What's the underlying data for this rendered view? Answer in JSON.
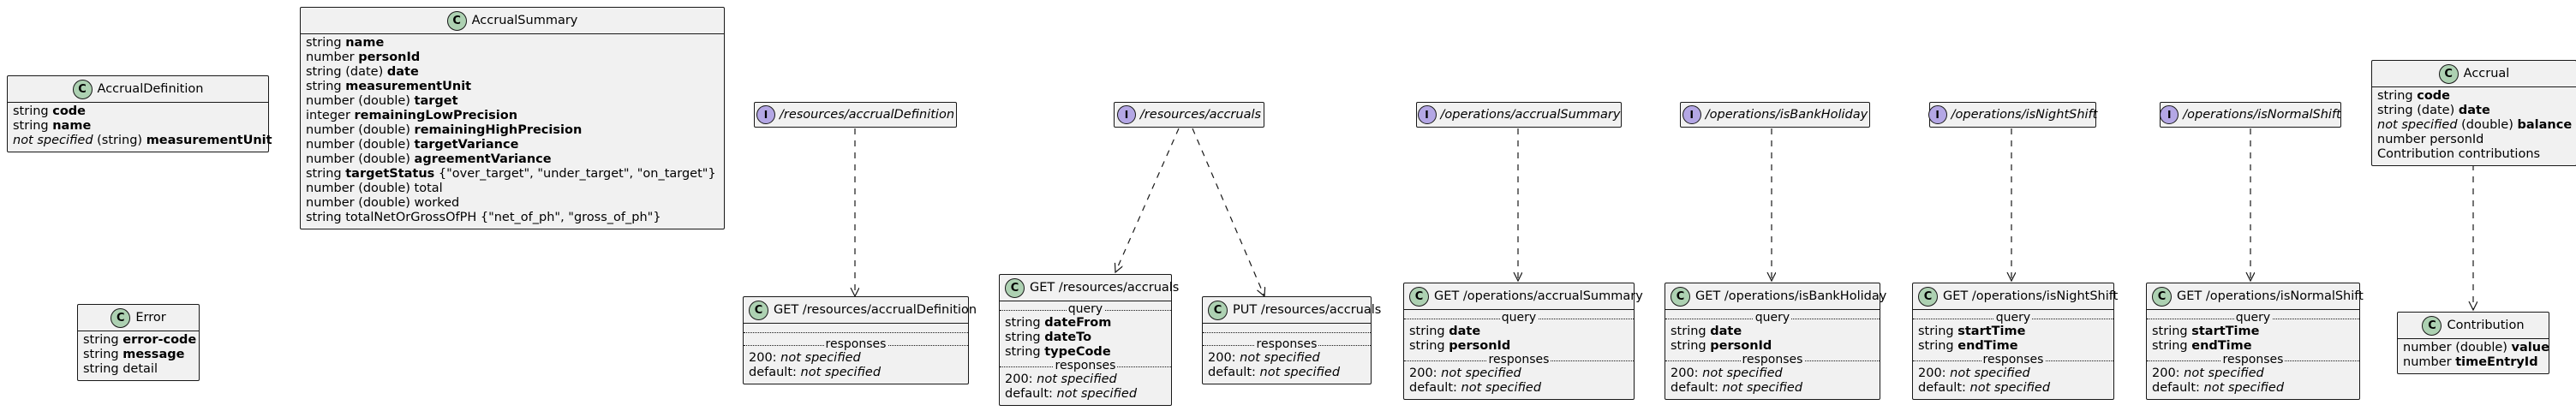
{
  "classes": [
    {
      "id": "accrualDefinitionModel",
      "title": "AccrualDefinition",
      "fields": [
        {
          "type": "string",
          "name": "code"
        },
        {
          "type": "string",
          "name": "name"
        },
        {
          "type_italic": "not specified",
          "type": "(string)",
          "name": "measurementUnit"
        }
      ]
    },
    {
      "id": "accrualSummaryModel",
      "title": "AccrualSummary",
      "fields": [
        {
          "type": "string",
          "name": "name"
        },
        {
          "type": "number",
          "name": "personId"
        },
        {
          "type": "string (date)",
          "name": "date"
        },
        {
          "type": "string",
          "name": "measurementUnit"
        },
        {
          "type": "number (double)",
          "name": "target"
        },
        {
          "type": "integer",
          "name": "remainingLowPrecision"
        },
        {
          "type": "number (double)",
          "name": "remainingHighPrecision"
        },
        {
          "type": "number (double)",
          "name": "targetVariance"
        },
        {
          "type": "number (double)",
          "name": "agreementVariance"
        },
        {
          "type": "string",
          "name": "targetStatus",
          "suffix": "{\"over_target\", \"under_target\", \"on_target\"}"
        },
        {
          "type": "number (double) total"
        },
        {
          "type": "number (double) worked"
        },
        {
          "type": "string totalNetOrGrossOfPH {\"net_of_ph\", \"gross_of_ph\"}"
        }
      ]
    },
    {
      "id": "errorModel",
      "title": "Error",
      "fields": [
        {
          "type": "string",
          "name": "error-code"
        },
        {
          "type": "string",
          "name": "message"
        },
        {
          "type": "string detail"
        }
      ]
    },
    {
      "id": "accrualModel",
      "title": "Accrual",
      "fields": [
        {
          "type": "string",
          "name": "code"
        },
        {
          "type": "string (date)",
          "name": "date"
        },
        {
          "type_italic": "not specified",
          "type": "(double)",
          "name": "balance"
        },
        {
          "type": "number personId"
        },
        {
          "type": "Contribution contributions"
        }
      ]
    },
    {
      "id": "contributionModel",
      "title": "Contribution",
      "fields": [
        {
          "type": "number (double)",
          "name": "value"
        },
        {
          "type": "number",
          "name": "timeEntryId"
        }
      ]
    }
  ],
  "interfaces": [
    {
      "id": "ifAccrualDefinition",
      "title": "/resources/accrualDefinition"
    },
    {
      "id": "ifAccruals",
      "title": "/resources/accruals"
    },
    {
      "id": "ifAccrualSummary",
      "title": "/operations/accrualSummary"
    },
    {
      "id": "ifIsBankHoliday",
      "title": "/operations/isBankHoliday"
    },
    {
      "id": "ifIsNightShift",
      "title": "/operations/isNightShift"
    },
    {
      "id": "ifIsNormalShift",
      "title": "/operations/isNormalShift"
    }
  ],
  "operations": [
    {
      "id": "getAccrualDefinition",
      "title": "GET /resources/accrualDefinition",
      "query_label": "",
      "params": [],
      "responses_label": "responses",
      "responses": [
        {
          "code": "200:",
          "value": "not specified"
        },
        {
          "code": "default:",
          "value": "not specified"
        }
      ]
    },
    {
      "id": "getAccruals",
      "title": "GET /resources/accruals",
      "query_label": "query",
      "params": [
        {
          "type": "string",
          "name": "dateFrom"
        },
        {
          "type": "string",
          "name": "dateTo"
        },
        {
          "type": "string",
          "name": "typeCode"
        }
      ],
      "responses_label": "responses",
      "responses": [
        {
          "code": "200:",
          "value": "not specified"
        },
        {
          "code": "default:",
          "value": "not specified"
        }
      ]
    },
    {
      "id": "putAccruals",
      "title": "PUT /resources/accruals",
      "query_label": "",
      "params": [],
      "responses_label": "responses",
      "responses": [
        {
          "code": "200:",
          "value": "not specified"
        },
        {
          "code": "default:",
          "value": "not specified"
        }
      ]
    },
    {
      "id": "getAccrualSummary",
      "title": "GET /operations/accrualSummary",
      "query_label": "query",
      "params": [
        {
          "type": "string",
          "name": "date"
        },
        {
          "type": "string",
          "name": "personId"
        }
      ],
      "responses_label": "responses",
      "responses": [
        {
          "code": "200:",
          "value": "not specified"
        },
        {
          "code": "default:",
          "value": "not specified"
        }
      ]
    },
    {
      "id": "getIsBankHoliday",
      "title": "GET /operations/isBankHoliday",
      "query_label": "query",
      "params": [
        {
          "type": "string",
          "name": "date"
        },
        {
          "type": "string",
          "name": "personId"
        }
      ],
      "responses_label": "responses",
      "responses": [
        {
          "code": "200:",
          "value": "not specified"
        },
        {
          "code": "default:",
          "value": "not specified"
        }
      ]
    },
    {
      "id": "getIsNightShift",
      "title": "GET /operations/isNightShift",
      "query_label": "query",
      "params": [
        {
          "type": "string",
          "name": "startTime"
        },
        {
          "type": "string",
          "name": "endTime"
        }
      ],
      "responses_label": "responses",
      "responses": [
        {
          "code": "200:",
          "value": "not specified"
        },
        {
          "code": "default:",
          "value": "not specified"
        }
      ]
    },
    {
      "id": "getIsNormalShift",
      "title": "GET /operations/isNormalShift",
      "query_label": "query",
      "params": [
        {
          "type": "string",
          "name": "startTime"
        },
        {
          "type": "string",
          "name": "endTime"
        }
      ],
      "responses_label": "responses",
      "responses": [
        {
          "code": "200:",
          "value": "not specified"
        },
        {
          "code": "default:",
          "value": "not specified"
        }
      ]
    }
  ],
  "icon_letters": {
    "class": "C",
    "interface": "I"
  },
  "colors": {
    "class_icon": "#add1b2",
    "interface_icon": "#b4a7e5",
    "box_fill": "#f1f1f1",
    "border": "#181818"
  }
}
